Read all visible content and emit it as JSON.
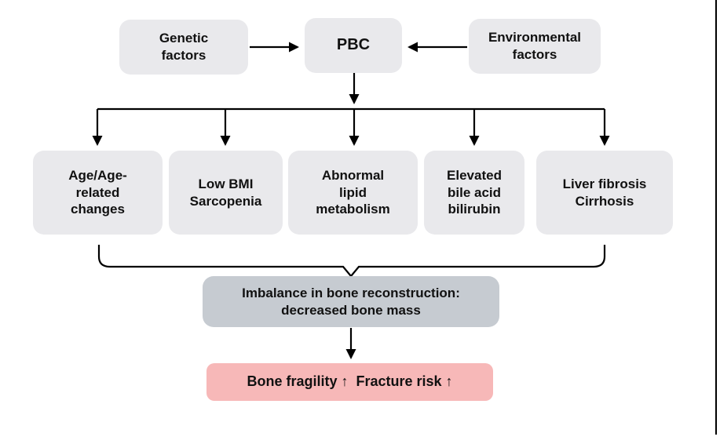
{
  "colors": {
    "box-light": "#e9e9ec",
    "box-gray": "#c6cbd1",
    "box-pink": "#f7b8b8",
    "line": "#000000",
    "text": "#111111"
  },
  "nodes": {
    "genetic": "Genetic\nfactors",
    "pbc": "PBC",
    "environmental": "Environmental\nfactors",
    "age": "Age/Age-\nrelated\nchanges",
    "bmi": "Low BMI\nSarcopenia",
    "lipid": "Abnormal\nlipid\nmetabolism",
    "bile": "Elevated\nbile acid\nbilirubin",
    "fibrosis": "Liver fibrosis\nCirrhosis",
    "imbalance": "Imbalance in bone reconstruction:\ndecreased bone mass",
    "outcome": "Bone fragility ↑  Fracture risk ↑"
  }
}
